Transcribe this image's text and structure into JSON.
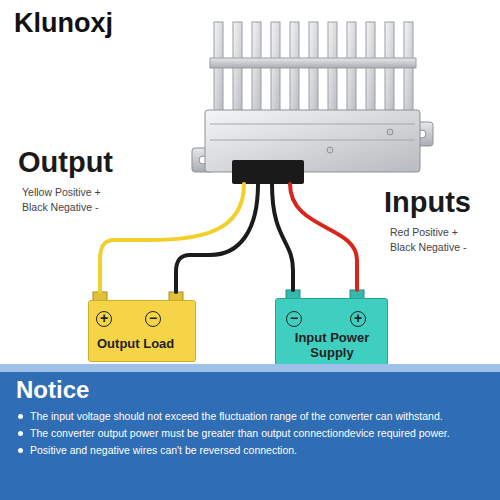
{
  "diagram": {
    "nodes": [
      {
        "text": [
          "+",
          "−",
          "Output Load"
        ]
      },
      {
        "text": [
          "−",
          "+",
          "Input Power Supply"
        ]
      },
      {
        "text": [
          "Notice",
          "The input voltage should not exceed the fluctuation range of the converter can withstand.",
          "The converter output power must be greater than output connectiondevice required power.",
          "Positive and negative wires can't be reversed connection."
        ]
      }
    ],
    "labels": [
      "Klunoxj",
      "Output",
      "Yellow Positive +",
      "Black Negative -",
      "Inputs",
      "Red Positive +",
      "Black Negative -"
    ]
  }
}
